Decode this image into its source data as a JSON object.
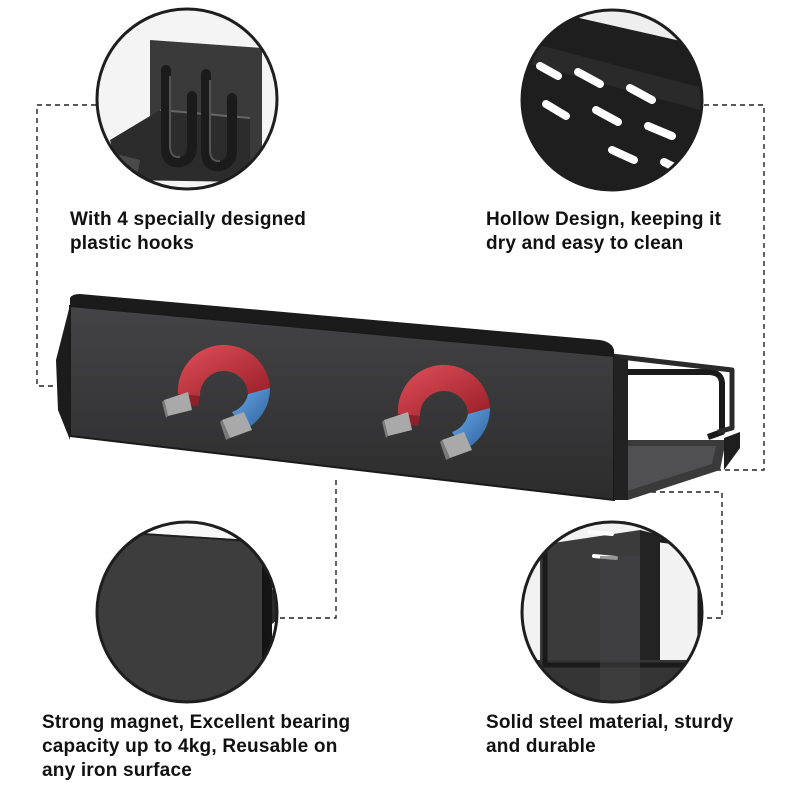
{
  "features": {
    "hooks": {
      "lines": [
        "With 4 specially designed",
        "plastic hooks"
      ]
    },
    "hollow": {
      "lines": [
        "Hollow Design, keeping it",
        "dry and easy to clean"
      ]
    },
    "magnet": {
      "lines": [
        "Strong magnet, Excellent bearing",
        "capacity up to 4kg, Reusable on",
        "any iron surface"
      ]
    },
    "steel": {
      "lines": [
        "Solid steel material, sturdy",
        "and durable"
      ]
    }
  },
  "icons": {
    "magnet": "horseshoe-magnet-icon",
    "hook": "plastic-hook-icon",
    "drain": "drain-slot-icon"
  },
  "colors": {
    "shelf": "#3b3b3c",
    "shelf_edge": "#1a1a1a",
    "magnet_red": "#c8323c",
    "magnet_blue": "#3a7fc8",
    "magnet_tip": "#9a9a9a",
    "background": "#ffffff"
  }
}
